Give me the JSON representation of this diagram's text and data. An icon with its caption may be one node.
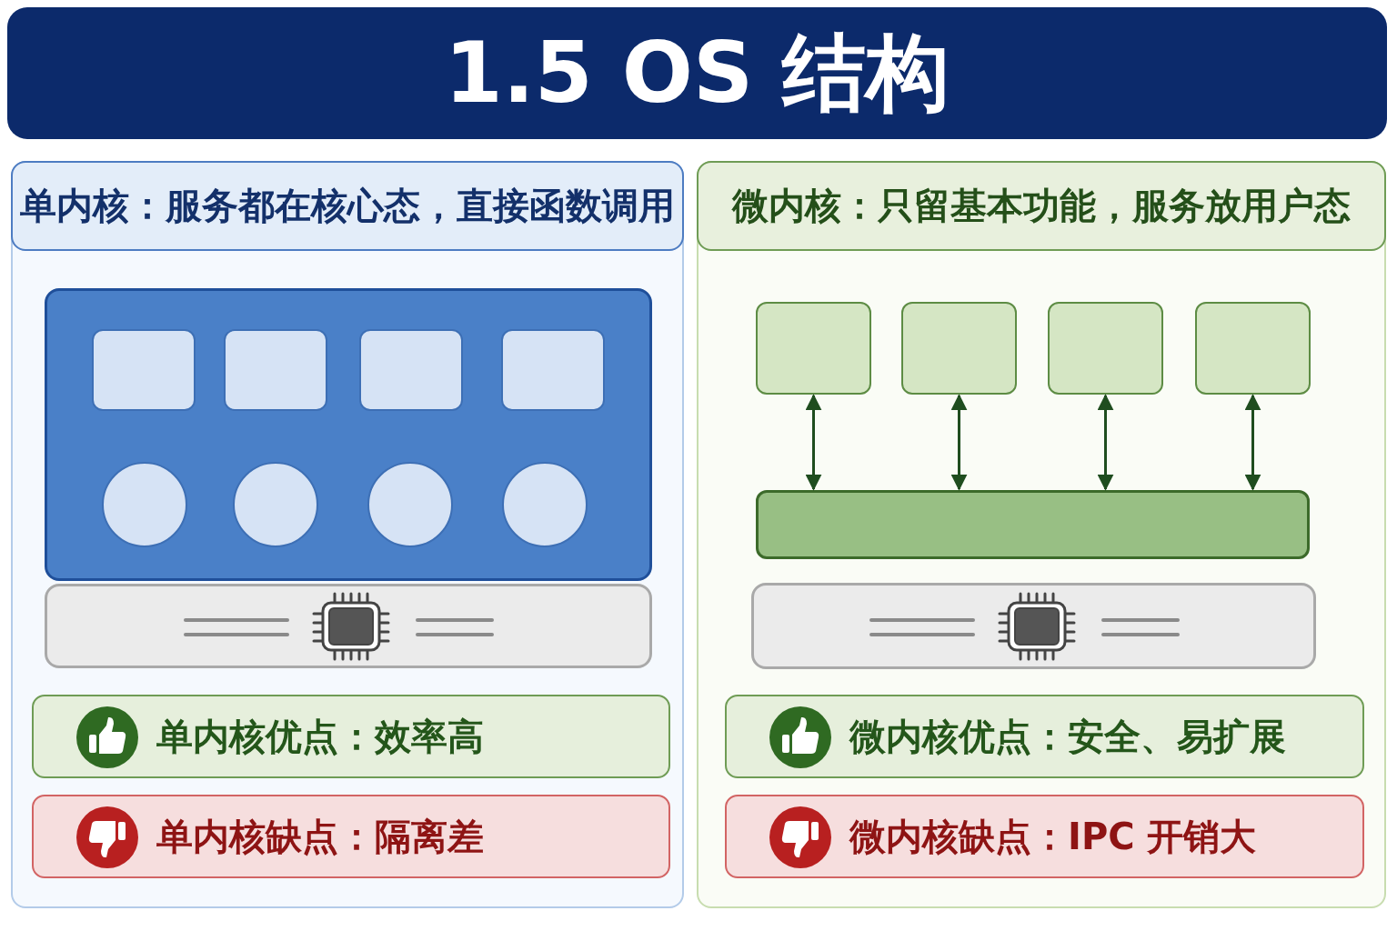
{
  "diagram": {
    "title": "1.5 OS 结构",
    "nodes": [
      {
        "text": [
          "单内核：服务都在核心态，直接函数调用"
        ]
      },
      {
        "text": [],
        "shape": "box",
        "in": 0
      },
      {
        "text": [],
        "shape": "box",
        "in": 1
      },
      {
        "text": [],
        "shape": "box",
        "in": 1
      },
      {
        "text": [],
        "shape": "box",
        "in": 1
      },
      {
        "text": [],
        "shape": "box",
        "in": 1
      },
      {
        "text": [],
        "shape": "circle",
        "in": 1
      },
      {
        "text": [],
        "shape": "circle",
        "in": 1
      },
      {
        "text": [],
        "shape": "circle",
        "in": 1
      },
      {
        "text": [],
        "shape": "circle",
        "in": 1
      },
      {
        "text": [],
        "shape": "bar",
        "in": 0
      },
      {
        "text": [
          "单内核优点：效率高"
        ],
        "in": 0
      },
      {
        "text": [
          "单内核缺点：隔离差"
        ],
        "in": 0
      },
      {
        "text": [
          "微内核：只留基本功能，服务放用户态"
        ]
      },
      {
        "text": [],
        "shape": "box",
        "in": 13
      },
      {
        "text": [],
        "shape": "box",
        "in": 13
      },
      {
        "text": [],
        "shape": "box",
        "in": 13
      },
      {
        "text": [],
        "shape": "box",
        "in": 13
      },
      {
        "text": [],
        "shape": "bar",
        "in": 13
      },
      {
        "text": [],
        "shape": "bar",
        "in": 13
      },
      {
        "text": [
          "微内核优点：安全、易扩展"
        ],
        "in": 13
      },
      {
        "text": [
          "微内核缺点：IPC 开销大"
        ],
        "in": 13
      }
    ],
    "edges": [
      {
        "from": 14,
        "to": 18,
        "arrow": "both"
      },
      {
        "from": 15,
        "to": 18,
        "arrow": "both"
      },
      {
        "from": 16,
        "to": 18,
        "arrow": "both"
      },
      {
        "from": 17,
        "to": 18,
        "arrow": "both"
      }
    ]
  }
}
